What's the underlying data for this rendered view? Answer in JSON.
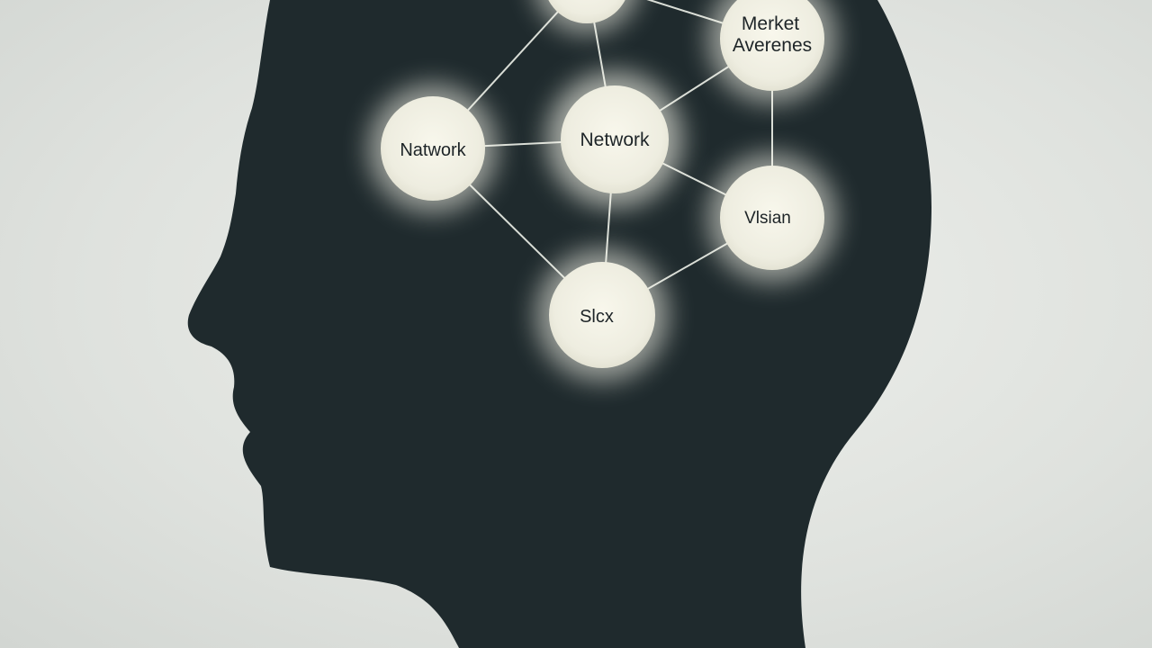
{
  "colors": {
    "background": "#e3e6e2",
    "silhouette": "#1f2a2d",
    "node_fill": "#f1f0e4",
    "node_glow": "#fbfaee",
    "edge": "#d9ddd6",
    "label": "#1d2427"
  },
  "nodes": [
    {
      "id": "top",
      "label": ""
    },
    {
      "id": "market",
      "label_line1": "Merket",
      "label_line2": "Averenes"
    },
    {
      "id": "network_left",
      "label": "Natwork"
    },
    {
      "id": "network_center",
      "label": "Network"
    },
    {
      "id": "vision",
      "label": "Vlsian"
    },
    {
      "id": "skills",
      "label": "Slcx"
    }
  ],
  "edges": [
    [
      "top",
      "network_left"
    ],
    [
      "top",
      "network_center"
    ],
    [
      "top",
      "market"
    ],
    [
      "network_left",
      "network_center"
    ],
    [
      "network_left",
      "skills"
    ],
    [
      "network_center",
      "market"
    ],
    [
      "network_center",
      "vision"
    ],
    [
      "network_center",
      "skills"
    ],
    [
      "market",
      "vision"
    ],
    [
      "vision",
      "skills"
    ]
  ]
}
